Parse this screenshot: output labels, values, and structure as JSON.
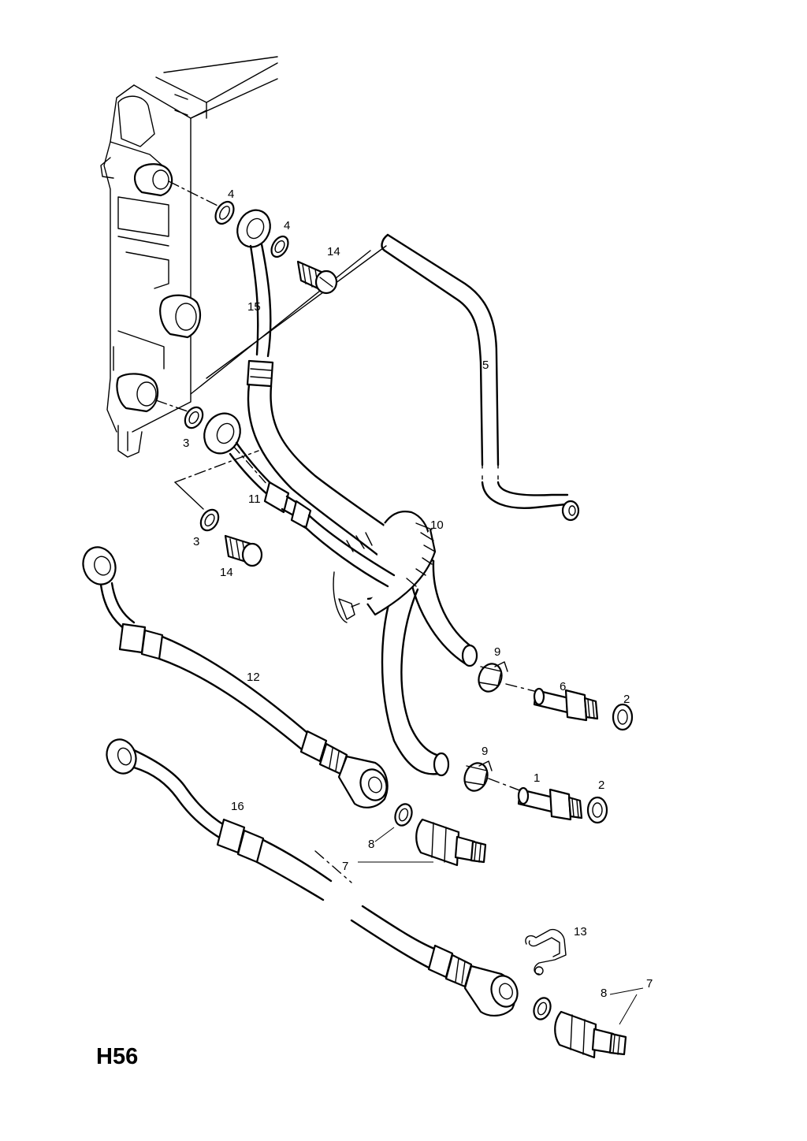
{
  "diagram": {
    "code": "H56",
    "callouts": [
      {
        "id": "c4a",
        "text": "4"
      },
      {
        "id": "c4b",
        "text": "4"
      },
      {
        "id": "c14a",
        "text": "14"
      },
      {
        "id": "c15",
        "text": "15"
      },
      {
        "id": "c5",
        "text": "5"
      },
      {
        "id": "c3a",
        "text": "3"
      },
      {
        "id": "c11",
        "text": "11"
      },
      {
        "id": "c10",
        "text": "10"
      },
      {
        "id": "c3b",
        "text": "3"
      },
      {
        "id": "c14b",
        "text": "14"
      },
      {
        "id": "c12",
        "text": "12"
      },
      {
        "id": "c9a",
        "text": "9"
      },
      {
        "id": "c6",
        "text": "6"
      },
      {
        "id": "c2a",
        "text": "2"
      },
      {
        "id": "c9b",
        "text": "9"
      },
      {
        "id": "c1",
        "text": "1"
      },
      {
        "id": "c2b",
        "text": "2"
      },
      {
        "id": "c16",
        "text": "16"
      },
      {
        "id": "c8a",
        "text": "8"
      },
      {
        "id": "c7a",
        "text": "7"
      },
      {
        "id": "c13",
        "text": "13"
      },
      {
        "id": "c8b",
        "text": "8"
      },
      {
        "id": "c7b",
        "text": "7"
      }
    ]
  }
}
